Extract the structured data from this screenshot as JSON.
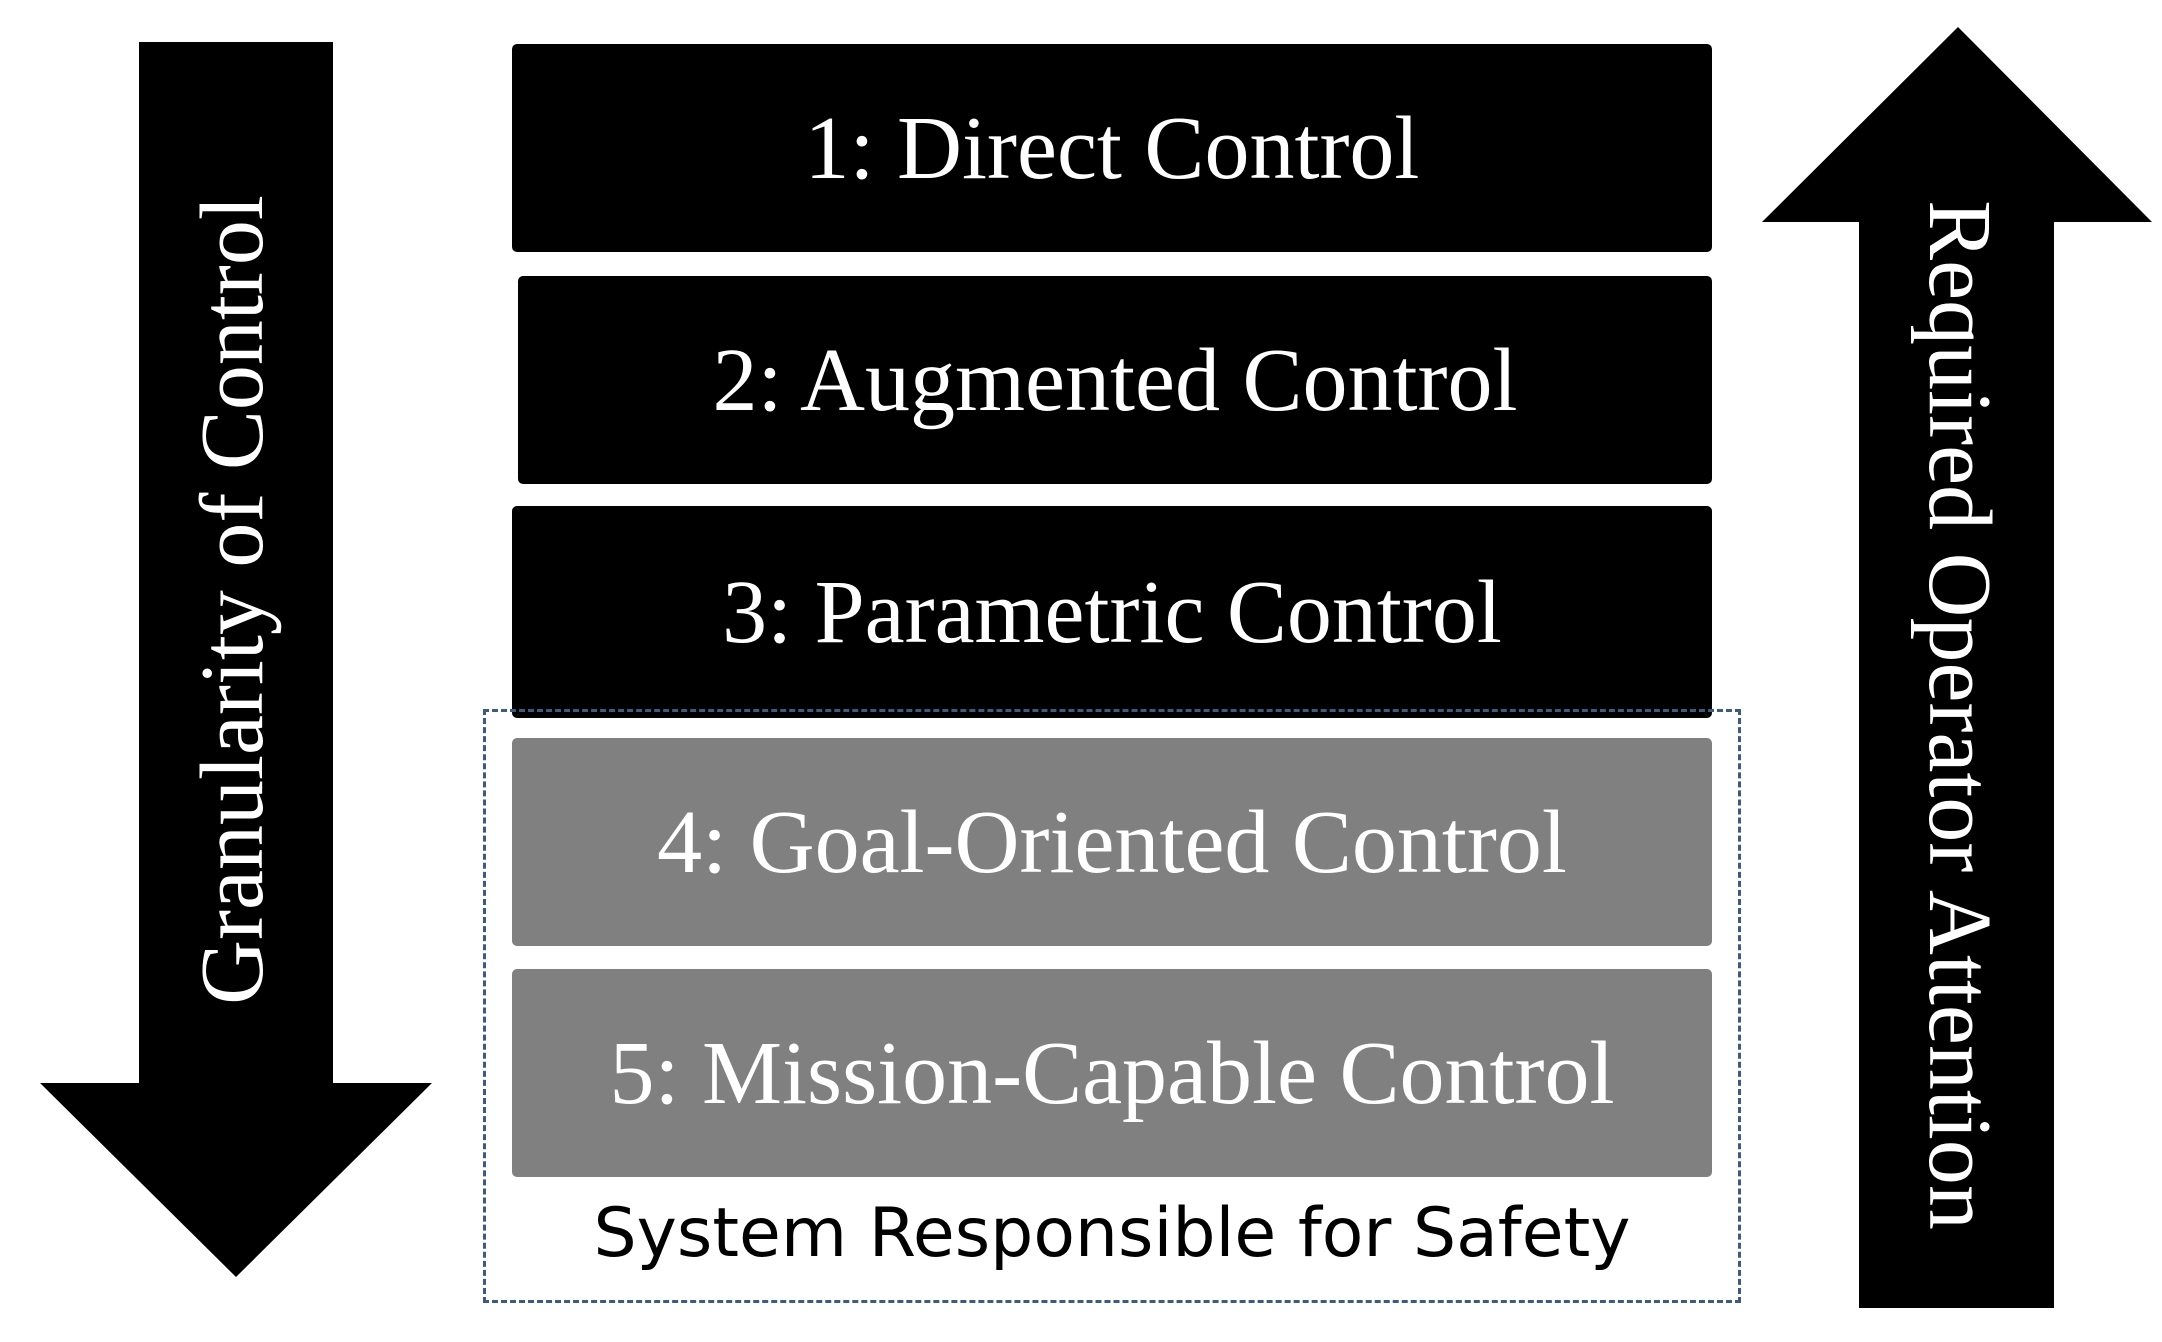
{
  "diagram": {
    "levels": [
      {
        "label": "1: Direct Control",
        "fill": "#000000"
      },
      {
        "label": "2: Augmented Control",
        "fill": "#000000"
      },
      {
        "label": "3: Parametric Control",
        "fill": "#000000"
      },
      {
        "label": "4: Goal-Oriented Control",
        "fill": "#808080"
      },
      {
        "label": "5: Mission-Capable Control",
        "fill": "#808080"
      }
    ],
    "safety_group": {
      "label": "System Responsible for Safety",
      "border_color": "#3d5a80"
    },
    "left_arrow": {
      "label": "Granularity of Control",
      "direction": "down"
    },
    "right_arrow": {
      "label": "Required Operator Attention",
      "direction": "up"
    }
  }
}
